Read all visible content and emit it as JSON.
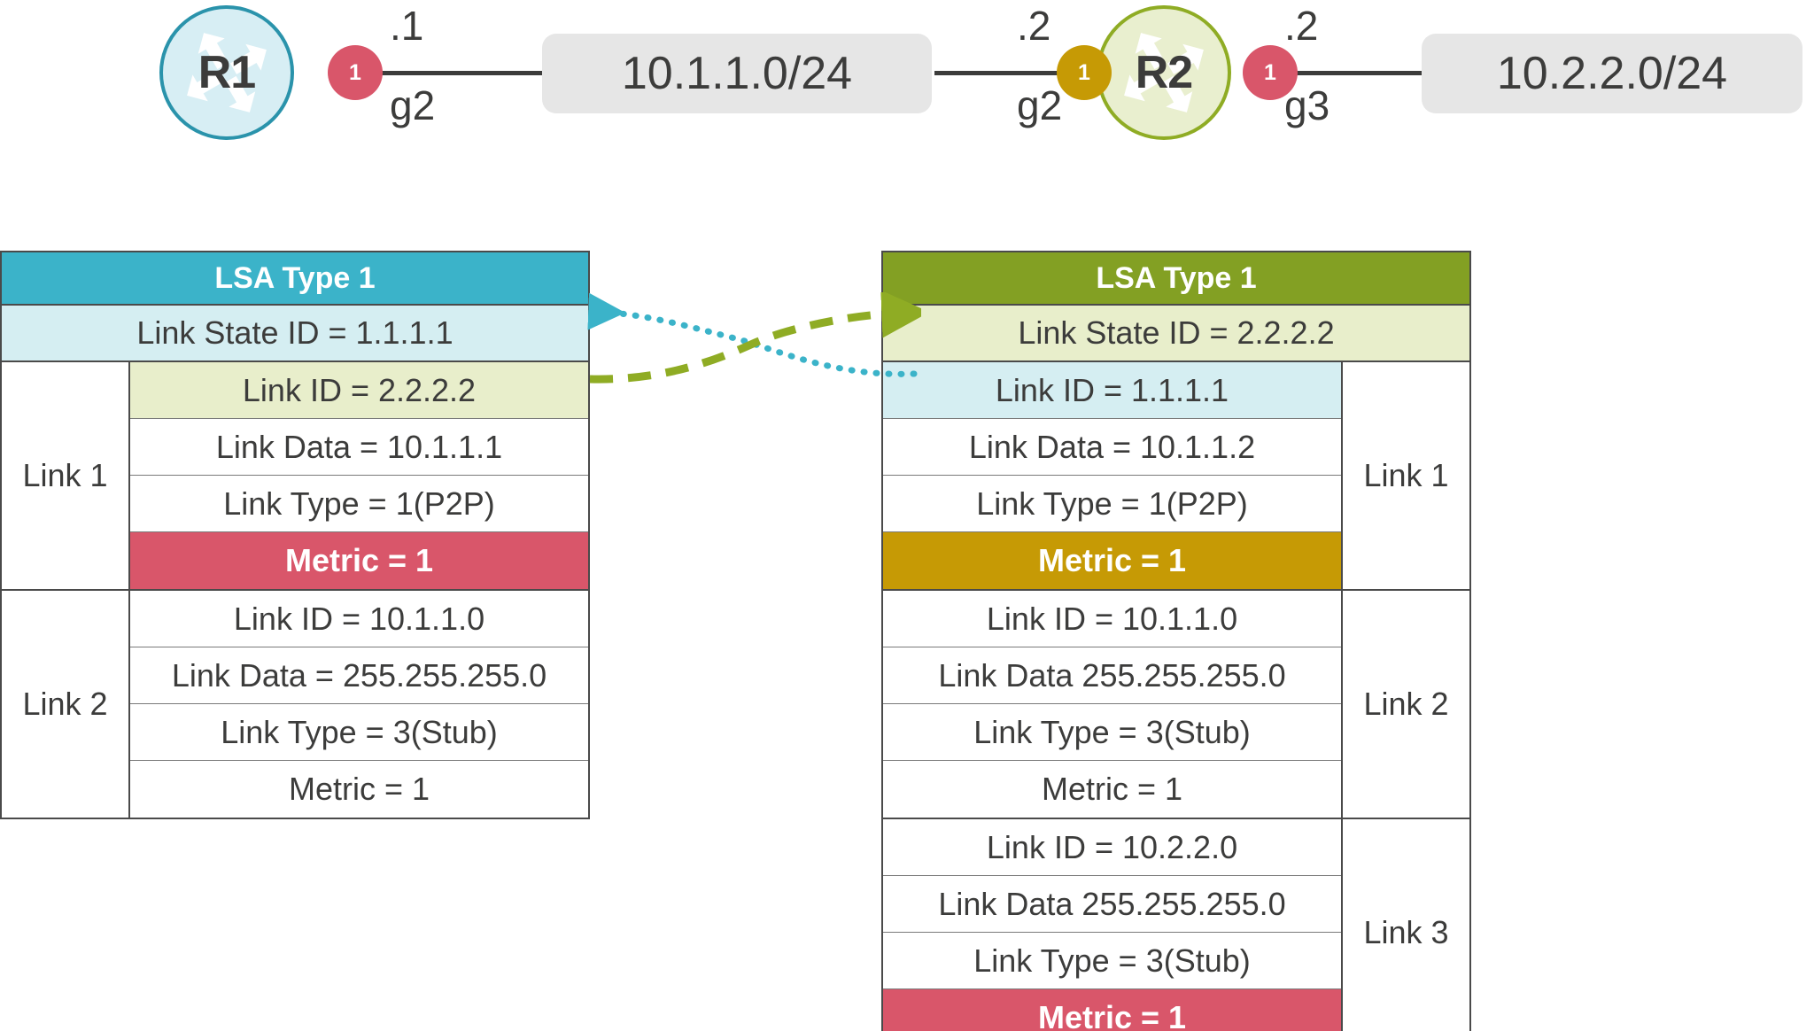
{
  "topology": {
    "routers": [
      {
        "id": "R1",
        "name": "R1",
        "icon": "router-icon"
      },
      {
        "id": "R2",
        "name": "R2",
        "icon": "router-icon"
      }
    ],
    "interfaces": [
      {
        "id": "r1-g2",
        "badge": "1",
        "ip_suffix": ".1",
        "iface_name": "g2",
        "color": "#d9566a"
      },
      {
        "id": "r2-g2",
        "badge": "1",
        "ip_suffix": ".2",
        "iface_name": "g2",
        "color": "#c69a05"
      },
      {
        "id": "r2-g3",
        "badge": "1",
        "ip_suffix": ".2",
        "iface_name": "g3",
        "color": "#d9566a"
      }
    ],
    "networks": [
      {
        "id": "net1",
        "label": "10.1.1.0/24"
      },
      {
        "id": "net2",
        "label": "10.2.2.0/24"
      }
    ]
  },
  "lsa_left": {
    "header": "LSA Type 1",
    "link_state_id": "Link State ID = 1.1.1.1",
    "groups": [
      {
        "label": "Link 1",
        "rows": [
          {
            "text": "Link ID = 2.2.2.2",
            "style": "hl-olive"
          },
          {
            "text": "Link Data = 10.1.1.1",
            "style": ""
          },
          {
            "text": "Link Type = 1(P2P)",
            "style": ""
          },
          {
            "text": "Metric = 1",
            "style": "metric-red"
          }
        ]
      },
      {
        "label": "Link 2",
        "rows": [
          {
            "text": "Link ID = 10.1.1.0",
            "style": ""
          },
          {
            "text": "Link Data = 255.255.255.0",
            "style": ""
          },
          {
            "text": "Link Type = 3(Stub)",
            "style": ""
          },
          {
            "text": "Metric = 1",
            "style": ""
          }
        ]
      }
    ]
  },
  "lsa_right": {
    "header": "LSA Type 1",
    "link_state_id": "Link State ID = 2.2.2.2",
    "groups": [
      {
        "label": "Link 1",
        "rows": [
          {
            "text": "Link ID = 1.1.1.1",
            "style": "hl-cyan"
          },
          {
            "text": "Link Data = 10.1.1.2",
            "style": ""
          },
          {
            "text": "Link Type = 1(P2P)",
            "style": ""
          },
          {
            "text": "Metric = 1",
            "style": "metric-gold"
          }
        ]
      },
      {
        "label": "Link 2",
        "rows": [
          {
            "text": "Link ID = 10.1.1.0",
            "style": ""
          },
          {
            "text": "Link Data 255.255.255.0",
            "style": ""
          },
          {
            "text": "Link Type = 3(Stub)",
            "style": ""
          },
          {
            "text": "Metric = 1",
            "style": ""
          }
        ]
      },
      {
        "label": "Link 3",
        "rows": [
          {
            "text": "Link ID = 10.2.2.0",
            "style": ""
          },
          {
            "text": "Link Data 255.255.255.0",
            "style": ""
          },
          {
            "text": "Link Type = 3(Stub)",
            "style": ""
          },
          {
            "text": "Metric = 1",
            "style": "metric-red"
          }
        ]
      }
    ]
  },
  "connectors": [
    {
      "id": "cyan-dotted",
      "color": "#3bb3c9",
      "direction": "right-to-left",
      "style": "dotted"
    },
    {
      "id": "olive-dashed",
      "color": "#8fac24",
      "direction": "left-to-right",
      "style": "dashed"
    }
  ],
  "colors": {
    "teal": "#3bb3c9",
    "olive": "#83a023",
    "red": "#d9566a",
    "gold": "#c69a05",
    "light_cyan": "#d5eef2",
    "light_olive": "#e8eecb",
    "netbox_gray": "#e6e6e6",
    "text_dark": "#3c3c3b"
  }
}
